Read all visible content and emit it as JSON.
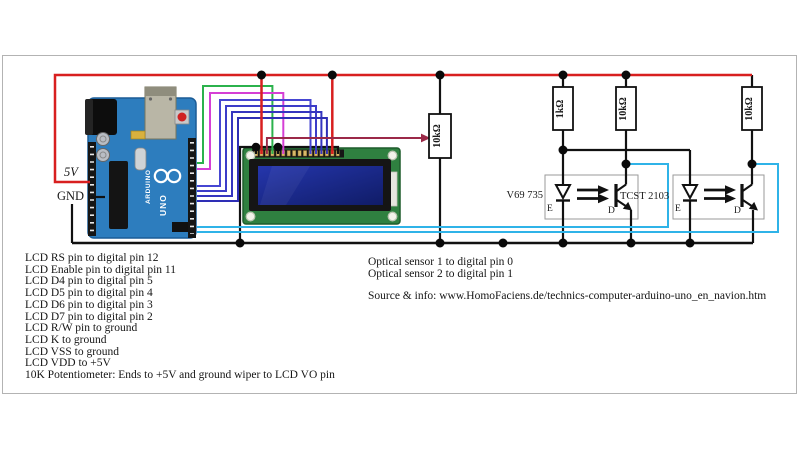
{
  "power": {
    "v5": "5V",
    "gnd": "GND"
  },
  "resistors": [
    "10kΩ",
    "1kΩ",
    "10kΩ",
    "10kΩ"
  ],
  "sensors": {
    "left_part": "V69 735",
    "right_part": "TCST 2103",
    "emitter": "E",
    "detector": "D"
  },
  "arduino": {
    "brand": "ARDUINO",
    "model": "UNO"
  },
  "notes": {
    "lines": [
      "LCD RS pin to digital pin 12",
      "LCD Enable pin to digital pin 11",
      "LCD D4 pin to digital pin 5",
      "LCD D5 pin to digital pin 4",
      "LCD D6 pin to digital pin 3",
      "LCD D7 pin to digital pin 2",
      "LCD R/W pin to ground",
      "LCD K to ground",
      "LCD VSS to ground",
      "LCD VDD to +5V",
      "10K Potentiometer: Ends to +5V and ground wiper to LCD VO pin"
    ]
  },
  "sensor_notes": [
    "Optical sensor 1 to digital pin 0",
    "Optical sensor 2 to digital pin 1"
  ],
  "source_line": "Source & info: www.HomoFaciens.de/technics-computer-arduino-uno_en_navion.htm",
  "colors": {
    "wire_red": "#d81f1f",
    "wire_green": "#2bb24c",
    "wire_magenta": "#d53fd5",
    "wire_blue": "#3b3bc4",
    "wire_cyan": "#2fb3e8",
    "wire_dark_red": "#9b2948",
    "wire_black": "#111111"
  }
}
